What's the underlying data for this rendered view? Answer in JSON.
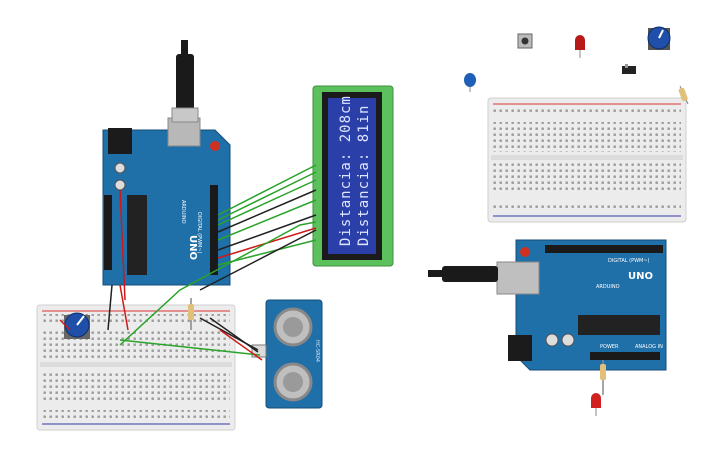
{
  "lcd": {
    "line1": "Distancia: 208cm",
    "line2": "Distancia: 81in"
  },
  "arduino_left": {
    "model": "UNO",
    "brand": "ARDUINO",
    "pin_label": "DIGITAL (PWM~)"
  },
  "arduino_right": {
    "model": "UNO",
    "brand": "ARDUINO",
    "pin_label": "DIGITAL (PWM~)",
    "power_label": "POWER",
    "analog_label": "ANALOG IN"
  },
  "sensor": {
    "label": "HC-SR04"
  },
  "colors": {
    "board_blue": "#1f6fa8",
    "breadboard": "#ececec",
    "lcd_frame": "#5cc05c",
    "lcd_screen": "#2b3fa8",
    "wire_green": "#2aa32a",
    "wire_red": "#d01818",
    "wire_black": "#222222"
  },
  "icons": [
    "usb-cable-icon",
    "potentiometer-icon",
    "pushbutton-icon",
    "led-icon",
    "capacitor-icon",
    "slide-switch-icon",
    "resistor-icon"
  ]
}
